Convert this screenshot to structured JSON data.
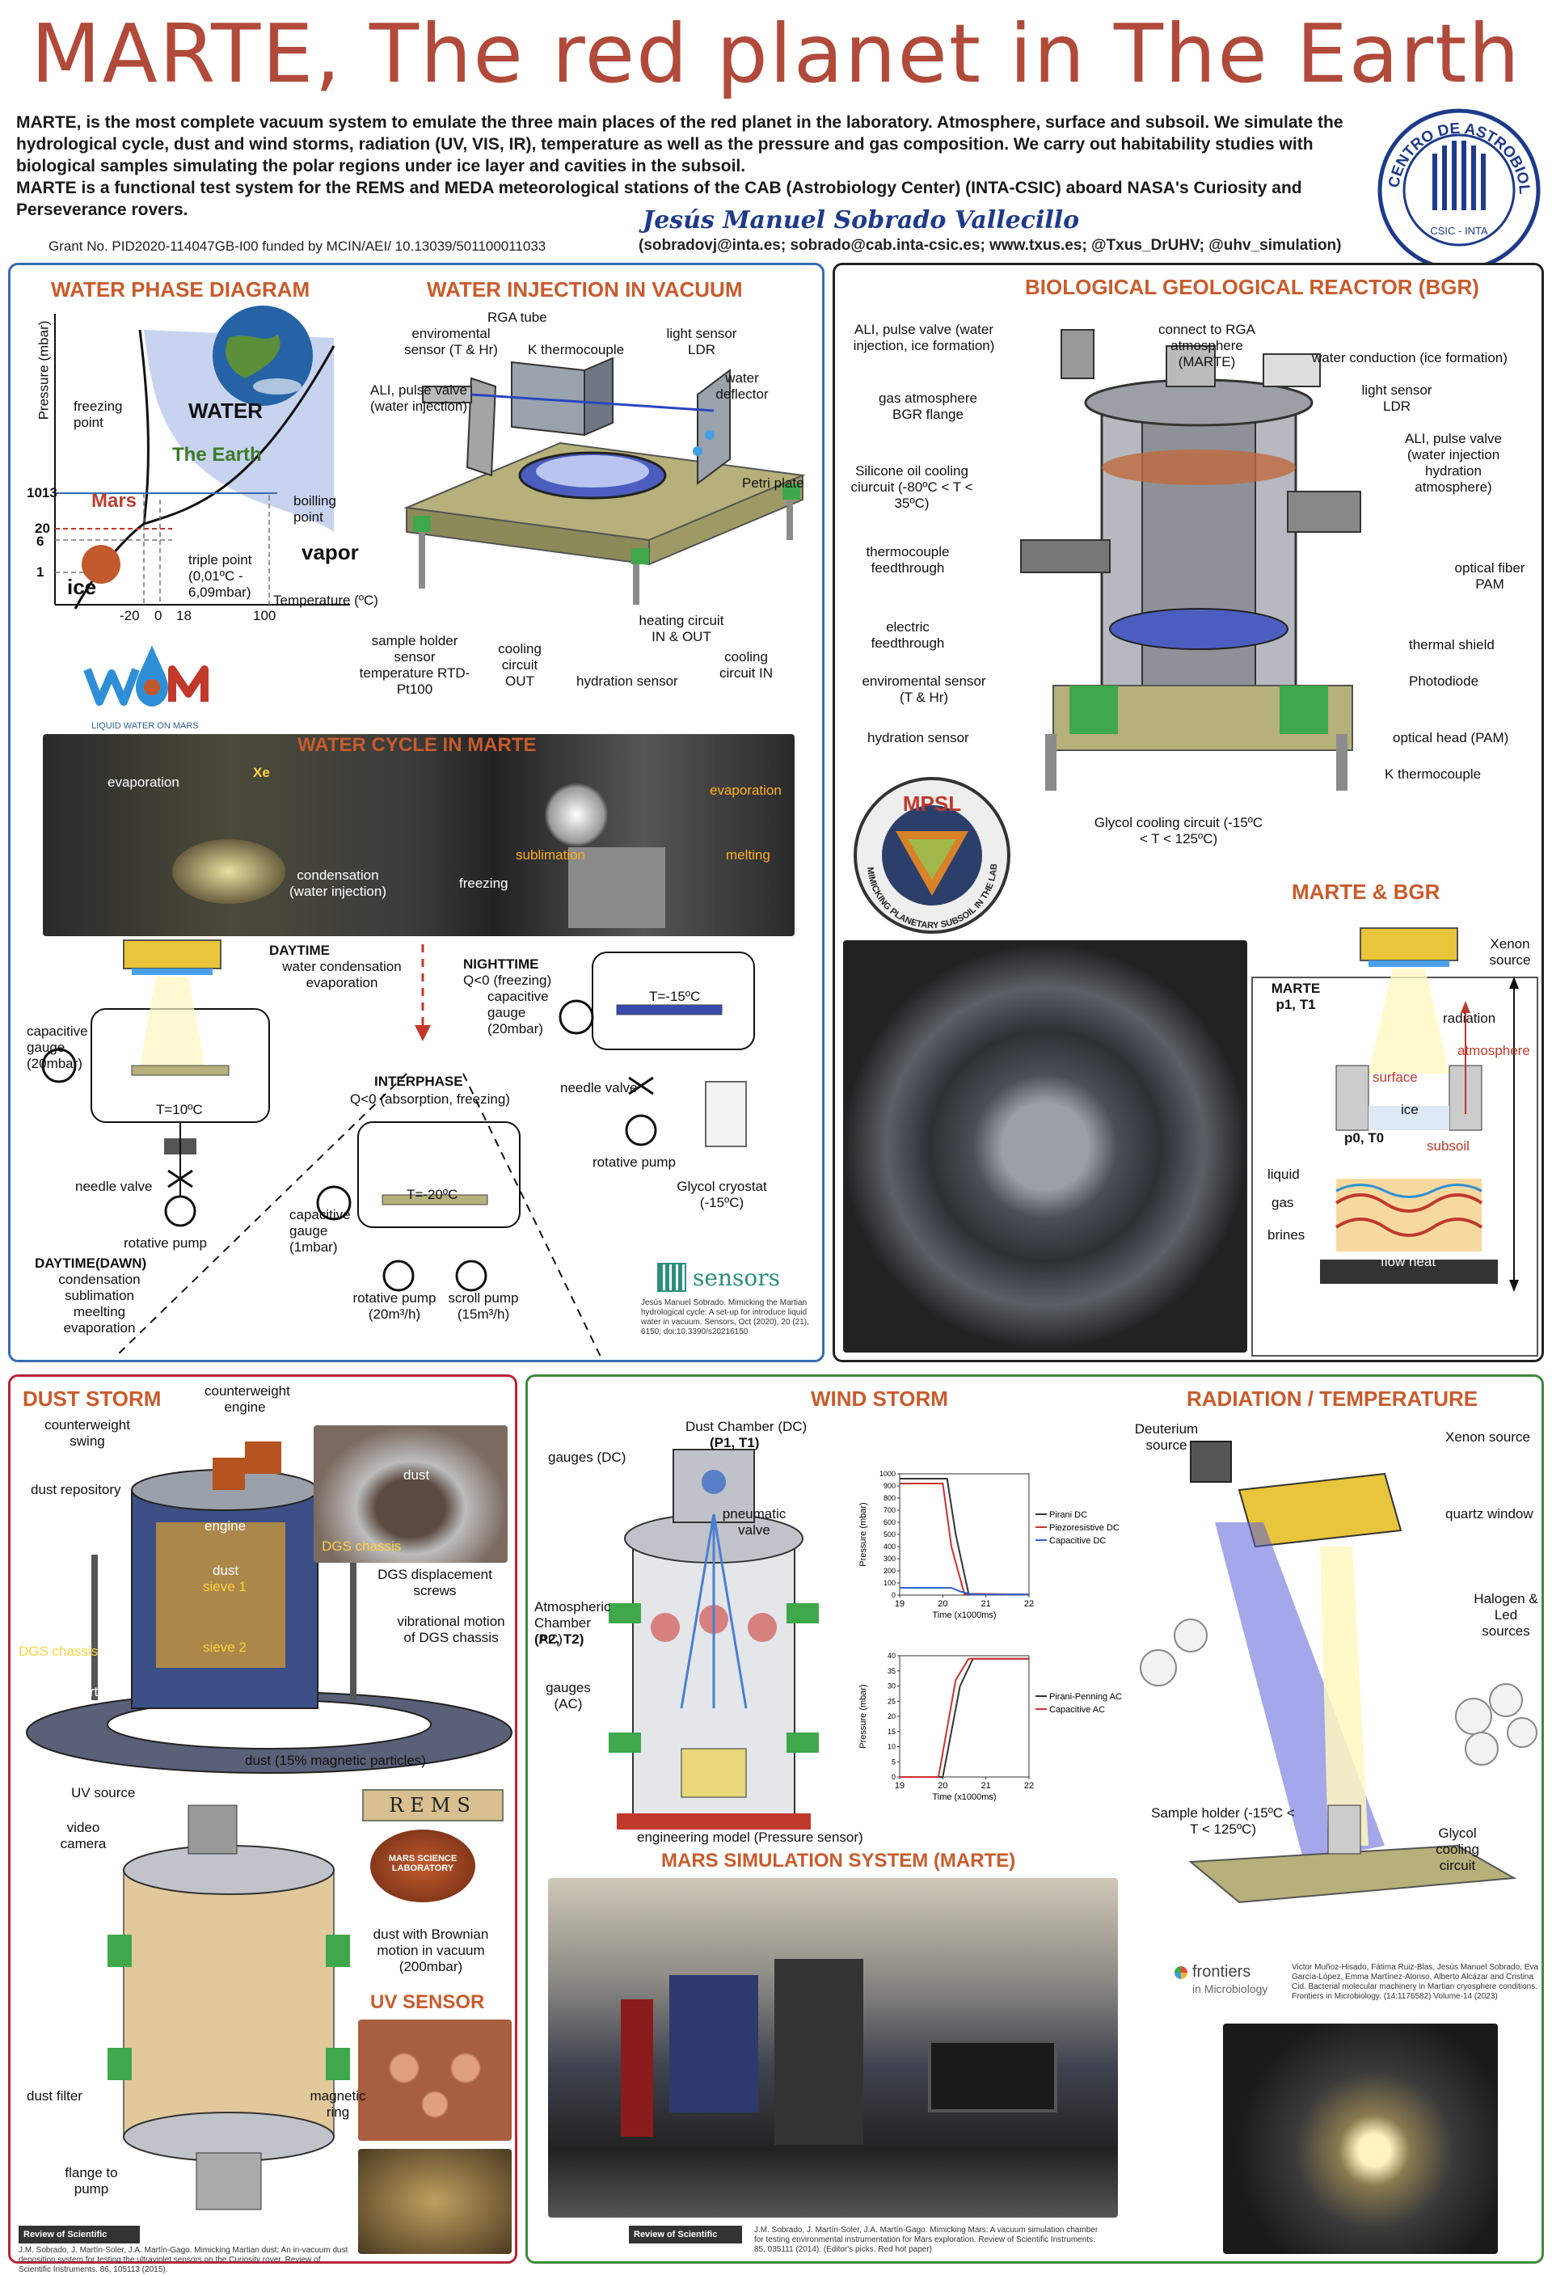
{
  "header": {
    "title": "MARTE, The red planet in The Earth",
    "intro_1": "MARTE, is the most complete vacuum system to emulate the three main places of the red planet in the laboratory. Atmosphere, surface and subsoil. We simulate the hydrological cycle, dust and wind storms, radiation (UV, VIS, IR), temperature as well as the pressure and gas composition. We carry out habitability studies with biological samples simulating the polar regions under ice layer and cavities in the subsoil.",
    "intro_2": "MARTE is a functional test system for the REMS and MEDA meteorological stations of the CAB (Astrobiology Center) (INTA-CSIC) aboard NASA's Curiosity and Perseverance rovers.",
    "author": "Jesús Manuel Sobrado Vallecillo",
    "grant": "Grant No. PID2020-114047GB-I00 funded by MCIN/AEI/ 10.13039/501100011033",
    "contacts": "(sobradovj@inta.es; sobrado@cab.inta-csic.es; www.txus.es; @Txus_DrUHV; @uhv_simulation)",
    "seal_text": "CENTRO DE ASTROBIOLOGIA",
    "seal_sub": "CSIC - INTA"
  },
  "water": {
    "phase_title": "WATER PHASE DIAGRAM",
    "injection_title": "WATER INJECTION IN VACUUM",
    "y_axis": "Pressure (mbar)",
    "x_axis": "Temperature (ºC)",
    "water": "WATER",
    "earth": "The Earth",
    "mars": "Mars",
    "ice": "ice",
    "vapor": "vapor",
    "freezing_point": "freezing point",
    "boiling_point": "boilling point",
    "triple_point": "triple point (0,01ºC - 6,09mbar)",
    "y_ticks": [
      "1013",
      "20",
      "6",
      "1"
    ],
    "x_ticks": [
      "-20",
      "0",
      "18",
      "100"
    ],
    "wom": "LIQUID WATER ON MARS",
    "rga_tube": "RGA tube",
    "env_sensor": "enviromental sensor (T & Hr)",
    "k_thermo": "K thermocouple",
    "light_sensor": "light sensor LDR",
    "water_deflector": "water deflector",
    "ali_valve": "ALI, pulse valve (water injection)",
    "petri": "Petri plate",
    "sample_holder": "sample holder sensor temperature RTD-Pt100",
    "cooling_out": "cooling circuit OUT",
    "heating": "heating circuit IN & OUT",
    "hydration": "hydration sensor",
    "cooling_in": "cooling circuit IN",
    "cycle_title": "WATER CYCLE IN MARTE",
    "xe": "Xe",
    "evaporation": "evaporation",
    "condensation": "condensation (water injection)",
    "freezing": "freezing",
    "sublimation": "sublimation",
    "evaporation2": "evaporation",
    "melting": "melting",
    "daytime": "DAYTIME",
    "daytime_desc": "water condensation evaporation",
    "nighttime": "NIGHTTIME",
    "nighttime_desc": "Q<0 (freezing)",
    "cap_gauge_20": "capacitive gauge (20mbar)",
    "cap_gauge_20b": "capacitive gauge (20mbar)",
    "t10": "T=10ºC",
    "t15": "T=-15ºC",
    "t20": "T=-20ºC",
    "needle_valve": "needle valve",
    "needle_valve2": "needle valve",
    "rotative_pump": "rotative pump",
    "rotative_pump2": "rotative pump",
    "interphase": "INTERPHASE",
    "interphase_desc": "Q<0 (absorption, freezing)",
    "cap_gauge_1": "capacitive gauge (1mbar)",
    "rot_pump_20": "rotative pump (20m³/h)",
    "scroll_pump": "scroll pump (15m³/h)",
    "glycol": "Glycol cryostat (-15ºC)",
    "dawn": "DAYTIME(DAWN)",
    "dawn_desc": "condensation sublimation meelting evaporation",
    "sensors": "sensors",
    "sensors_ref": "Jesús Manuel Sobrado. Mimicking the Martian hydrological cycle: A set-up for introduce liquid water in vacuum. Sensors, Oct (2020), 20 (21), 6150; doi:10.3390/s20216150"
  },
  "bgr": {
    "title": "BIOLOGICAL GEOLOGICAL REACTOR (BGR)",
    "ali_top": "ALI, pulse valve (water injection, ice formation)",
    "connect_rga": "connect to RGA atmosphere (MARTE)",
    "water_conduction": "water conduction (ice formation)",
    "gas_flange": "gas atmosphere BGR flange",
    "light_sensor": "light sensor LDR",
    "ali_hydration": "ALI, pulse valve (water injection hydration atmosphere)",
    "silicone": "Silicone oil cooling ciurcuit (-80ºC < T < 35ºC)",
    "thermo_feed": "thermocouple feedthrough",
    "optical_fiber": "optical fiber PAM",
    "electric": "electric feedthrough",
    "thermal_shield": "thermal shield",
    "env_sensor": "enviromental sensor (T & Hr)",
    "photodiode": "Photodiode",
    "hydration": "hydration sensor",
    "optical_head": "optical head (PAM)",
    "k_thermo": "K thermocouple",
    "glycol": "Glycol cooling circuit (-15ºC < T < 125ºC)",
    "ice": "ice",
    "mpsl": "MPSL",
    "mpsl_ring": "MIMICKING PLANETARY SUBSOIL IN THE LABORATORY",
    "mb_title": "MARTE & BGR",
    "xenon": "Xenon source",
    "marte": "MARTE p1, T1",
    "radiation": "radiation",
    "atmosphere": "atmosphere",
    "surface": "surface",
    "ice2": "ice",
    "p0": "p0, T0",
    "subsoil": "subsoil",
    "liquid": "liquid",
    "gas": "gas",
    "brines": "brines",
    "flow_heat": "flow heat"
  },
  "dust": {
    "title": "DUST STORM",
    "cw_engine": "counterweight engine",
    "cw_swing": "counterweight swing",
    "dust_repo": "dust repository",
    "dust_photo": "dust",
    "dgs_chassis": "DGS chassis",
    "engine": "engine",
    "dust": "dust",
    "sieve1": "sieve 1",
    "sieve2": "sieve 2",
    "dgs_screws": "DGS displacement screws",
    "vibration": "vibrational motion of DGS chassis",
    "dgs_chassis2": "DGS chassis",
    "dgs_support": "DGS support",
    "dust_mag": "dust (15% magnetic particles)",
    "uv_source": "UV source",
    "video": "video camera",
    "rems": "REMS",
    "msl": "MARS SCIENCE LABORATORY",
    "brownian": "dust with Brownian motion in vacuum (200mbar)",
    "uv_title": "UV SENSOR",
    "dust_filter": "dust filter",
    "magnetic": "magnetic ring",
    "flange": "flange to pump",
    "rsi": "Review of Scientific Instruments",
    "ref": "J.M. Sobrado, J. Martín-Soler, J.A. Martín-Gago. Mimicking Martian dust: An in-vacuum dust deposition system for testing the ultraviolet sensors on the Curiosity rover. Review of Scientific Instruments. 86, 105113 (2015)."
  },
  "wind": {
    "title": "WIND STORM",
    "dc": "Dust Chamber (DC)",
    "dc_p": "(P1, T1)",
    "gauges_dc": "gauges (DC)",
    "pneumatic": "pneumatic valve",
    "ac": "Atmospheric Chamber (AC)",
    "ac_p": "(P2, T2)",
    "gauges_ac": "gauges (AC)",
    "eng_model": "engineering model (Pressure sensor)",
    "sim_title": "MARS SIMULATION SYSTEM (MARTE)",
    "rsi": "Review of Scientific Instruments",
    "ref": "J.M. Sobrado, J. Martín-Soler, J.A. Martín-Gago. Mimicking Mars: A vacuum simulation chamber for testing environmental instrumentation for Mars exploration. Review of Scientific Instruments. 85, 035111 (2014). (Editor's picks. Red hot paper)"
  },
  "radiation": {
    "title": "RADIATION / TEMPERATURE",
    "deuterium": "Deuterium source",
    "xenon": "Xenon source",
    "quartz": "quartz window",
    "halogen": "Halogen & Led sources",
    "sample": "Sample holder (-15ºC < T < 125ºC)",
    "glycol": "Glycol cooling circuit",
    "frontiers": "frontiers",
    "frontiers_sub": "in Microbiology",
    "ref": "Victor Muñoz-Hisado, Fátima Ruiz-Blas, Jesús Manuel Sobrado, Eva García-López, Emma Martínez-Alonso, Alberto Alcázar and Cristina Cid. Bacterial molecular machinery in Martian cryosphere conditions. Frontiers in Microbiology. (14:1176582) Volume-14 (2023)"
  },
  "chart_data": [
    {
      "type": "line",
      "xlabel": "Time (x1000ms)",
      "ylabel": "Pressure (mbar)",
      "xlim": [
        19,
        22
      ],
      "ylim": [
        0,
        1000
      ],
      "x_ticks": [
        19,
        20,
        21,
        22
      ],
      "y_ticks": [
        0,
        100,
        200,
        300,
        400,
        500,
        600,
        700,
        800,
        900,
        1000
      ],
      "legend": "right",
      "series": [
        {
          "name": "Pirani DC",
          "color": "#333333",
          "x": [
            19,
            20.1,
            20.3,
            20.6,
            22
          ],
          "values": [
            960,
            960,
            500,
            10,
            5
          ]
        },
        {
          "name": "Piezoresistive DC",
          "color": "#d03030",
          "x": [
            19,
            20.0,
            20.2,
            20.5,
            22
          ],
          "values": [
            920,
            920,
            400,
            10,
            5
          ]
        },
        {
          "name": "Capacitive DC",
          "color": "#3060d0",
          "x": [
            19,
            20.2,
            20.4,
            20.7,
            22
          ],
          "values": [
            60,
            60,
            30,
            5,
            5
          ]
        }
      ]
    },
    {
      "type": "line",
      "xlabel": "Time (x1000ms)",
      "ylabel": "Pressure (mbar)",
      "xlim": [
        19,
        22
      ],
      "ylim": [
        0,
        40
      ],
      "x_ticks": [
        19,
        20,
        21,
        22
      ],
      "y_ticks": [
        0,
        5,
        10,
        15,
        20,
        25,
        30,
        35,
        40
      ],
      "legend": "right",
      "series": [
        {
          "name": "Pirani-Penning AC",
          "color": "#333333",
          "x": [
            19,
            20.0,
            20.4,
            20.7,
            22
          ],
          "values": [
            0,
            0,
            30,
            39,
            39
          ]
        },
        {
          "name": "Capacitive AC",
          "color": "#d03030",
          "x": [
            19,
            19.9,
            20.3,
            20.6,
            22
          ],
          "values": [
            0,
            0,
            32,
            39,
            39
          ]
        }
      ]
    }
  ]
}
